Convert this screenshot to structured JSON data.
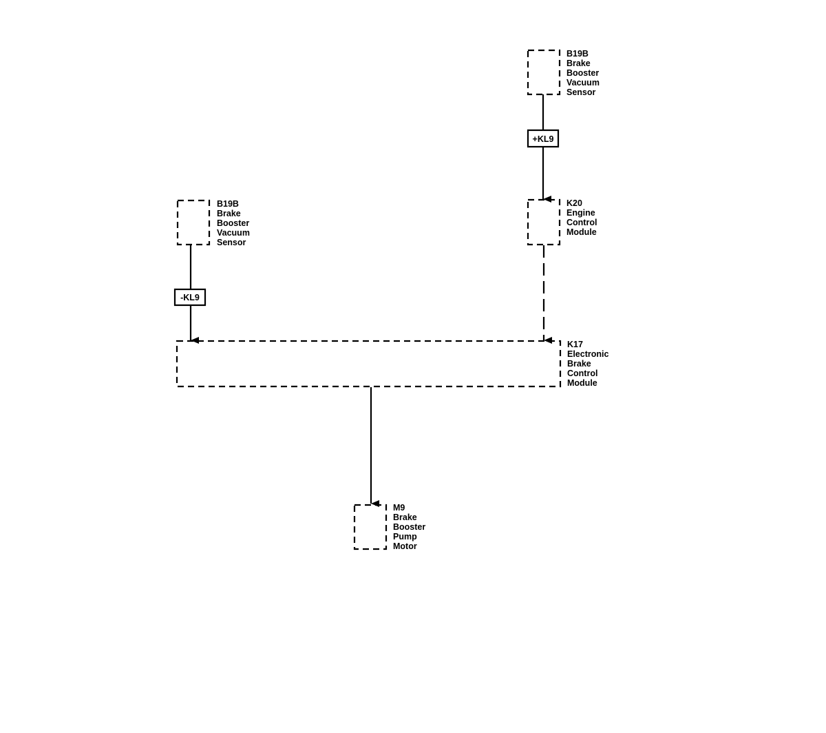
{
  "components": {
    "b19b_top": [
      "B19B",
      "Brake",
      "Booster",
      "Vacuum",
      "Sensor"
    ],
    "b19b_left": [
      "B19B",
      "Brake",
      "Booster",
      "Vacuum",
      "Sensor"
    ],
    "k20": [
      "K20",
      "Engine",
      "Control",
      "Module"
    ],
    "k17": [
      "K17",
      "Electronic",
      "Brake",
      "Control",
      "Module"
    ],
    "m9": [
      "M9",
      "Brake",
      "Booster",
      "Pump",
      "Motor"
    ]
  },
  "signals": {
    "plus_kl9": "+KL9",
    "minus_kl9": "-KL9"
  },
  "colors": {
    "line": "#000000",
    "background": "#ffffff"
  }
}
